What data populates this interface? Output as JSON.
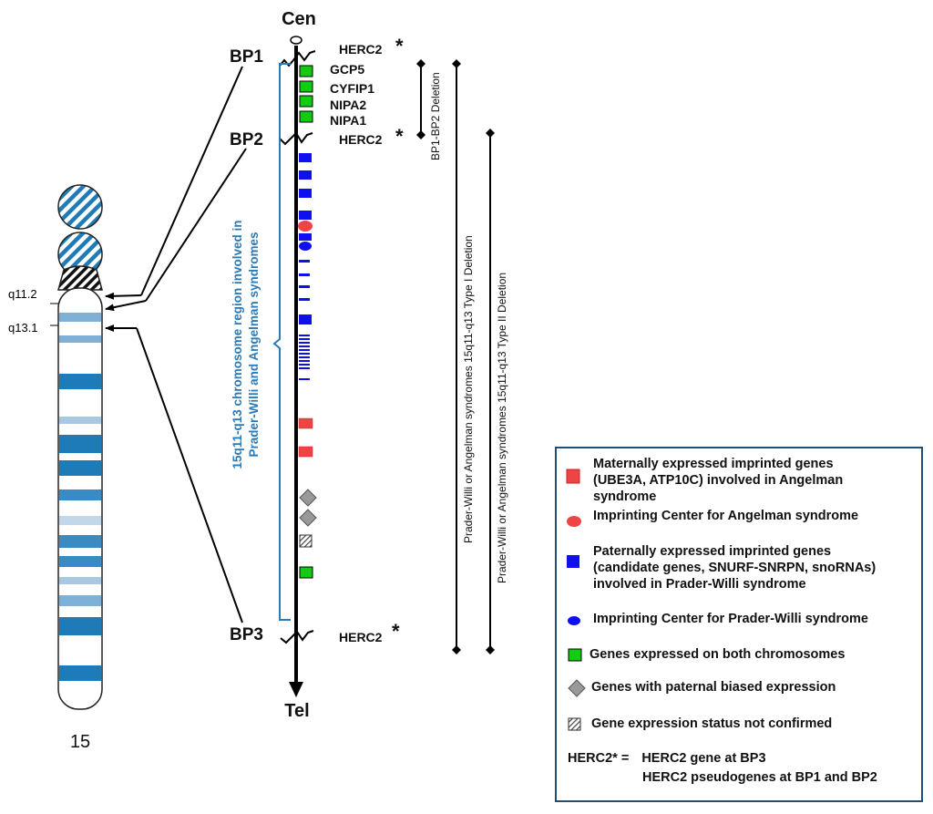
{
  "centromere_label": "Cen",
  "telomere_label": "Tel",
  "chromosome_number": "15",
  "band_labels": {
    "q11_2": "q11.2",
    "q13_1": "q13.1"
  },
  "breakpoints": {
    "bp1": "BP1",
    "bp2": "BP2",
    "bp3": "BP3"
  },
  "gene_labels": {
    "herc2_bp1": "HERC2",
    "gcp5": "GCP5",
    "cyfip1": "CYFIP1",
    "nipa2": "NIPA2",
    "nipa1": "NIPA1",
    "herc2_bp2": "HERC2",
    "herc2_bp3": "HERC2",
    "asterisk": "*"
  },
  "region_label": {
    "line1": "15q11-q13 chromosome  region involved in",
    "line2": "Prader-Willi and Angelman syndromes"
  },
  "deletions": {
    "bp1_bp2": "BP1-BP2 Deletion",
    "type1": "Prader-Willi or Angelman  syndromes 15q11-q13   Type I Deletion",
    "type2": "Prader-Willi or Angelman syndromes 15q11-q13 Type II Deletion"
  },
  "legend": {
    "items": [
      {
        "icon": "red-square-icon",
        "color": "#ee4444",
        "lines": [
          "Maternally expressed imprinted genes",
          "(UBE3A, ATP10C) involved in Angelman",
          "syndrome"
        ]
      },
      {
        "icon": "red-ellipse-icon",
        "color": "#ee4444",
        "lines": [
          "Imprinting Center for Angelman syndrome"
        ]
      },
      {
        "icon": "blue-square-icon",
        "color": "#1010ee",
        "lines": [
          "Paternally expressed imprinted genes",
          "(candidate genes, SNURF-SNRPN, snoRNAs)",
          "involved in Prader-Willi syndrome"
        ]
      },
      {
        "icon": "blue-ellipse-icon",
        "color": "#1010ee",
        "lines": [
          "Imprinting Center for Prader-Willi syndrome"
        ]
      },
      {
        "icon": "green-square-icon",
        "color": "#11cc11",
        "lines": [
          "Genes expressed on both chromosomes"
        ]
      },
      {
        "icon": "gray-diamond-icon",
        "color": "#999999",
        "lines": [
          "Genes with paternal biased expression"
        ]
      },
      {
        "icon": "hatched-square-icon",
        "color": "#ffffff",
        "lines": [
          "Gene expression status not confirmed"
        ]
      }
    ],
    "note_key": "HERC2* =",
    "note_line1": "HERC2 gene at BP3",
    "note_line2": "HERC2 pseudogenes at BP1 and BP2"
  },
  "colors": {
    "band_blue": "#1f7ab8",
    "region_blue": "#2a7ab8",
    "green": "#11cc11",
    "blue": "#1010ee",
    "red": "#ee4444",
    "gray": "#999999"
  }
}
